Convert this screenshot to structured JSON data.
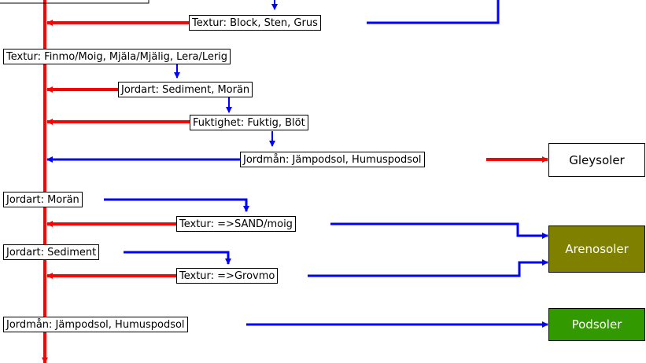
{
  "colors": {
    "red_line": "#ff0000",
    "blue_line": "#0000ff",
    "gleysoler_bg": "#ffffff",
    "gleysoler_text": "#000000",
    "arenosoler_bg": "#808000",
    "arenosoler_text": "#ffffff",
    "podsoler_bg": "#339900",
    "podsoler_text": "#ffffff"
  },
  "nodes": {
    "textur_block": "Textur: Block, Sten, Grus",
    "textur_finmo": "Textur: Finmo/Moig, Mjäla/Mjälig, Lera/Lerig",
    "jordart_sed_moran": "Jordart: Sediment, Morän",
    "fuktighet": "Fuktighet: Fuktig, Blöt",
    "jordman_1": "Jordmån: Jämpodsol, Humuspodsol",
    "jordart_moran": "Jordart: Morän",
    "textur_sand": "Textur: =>SAND/moig",
    "jordart_sediment": "Jordart: Sediment",
    "textur_grovmo": "Textur: =>Grovmo",
    "jordman_2": "Jordmån: Jämpodsol, Humuspodsol"
  },
  "results": {
    "gleysoler": "Gleysoler",
    "arenosoler": "Arenosoler",
    "podsoler": "Podsoler"
  }
}
